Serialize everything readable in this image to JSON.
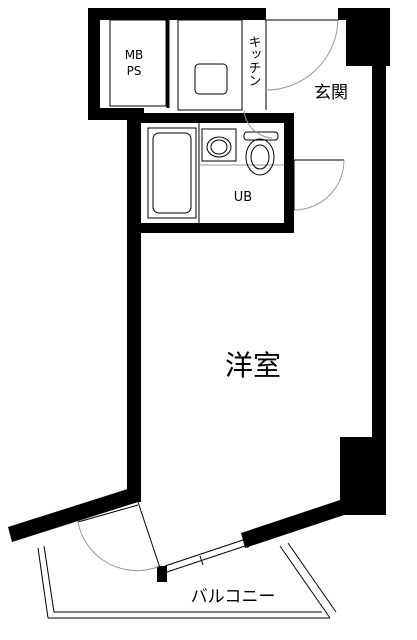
{
  "rooms": {
    "mbps_line1": "MB",
    "mbps_line2": "PS",
    "kitchen": "キッチン",
    "entrance": "玄関",
    "unit_bath": "UB",
    "western_room": "洋室",
    "balcony": "バルコニー"
  }
}
